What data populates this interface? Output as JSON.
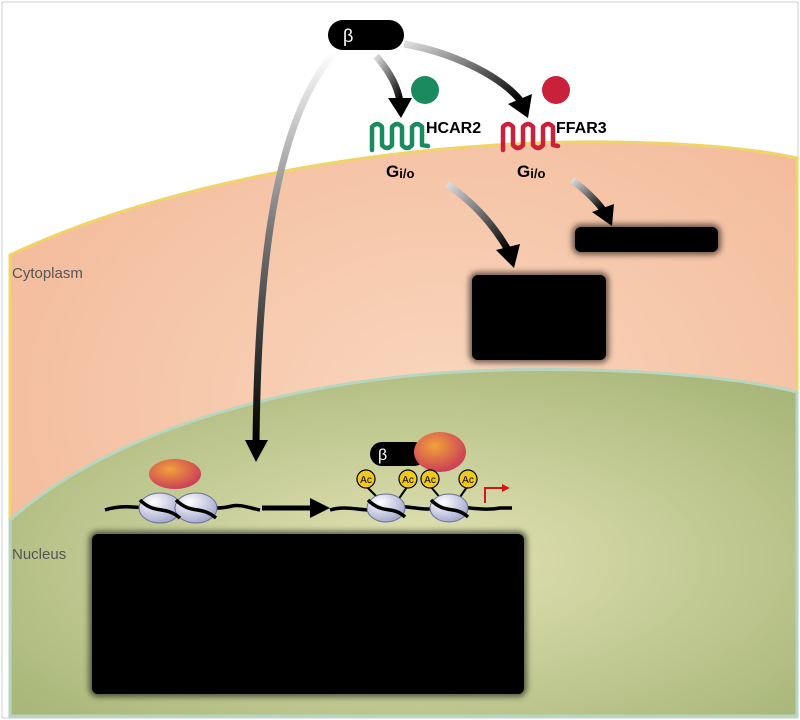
{
  "regions": {
    "cytoplasm": "Cytoplasm",
    "nucleus": "Nucleus"
  },
  "molecules": {
    "beta_label": "β",
    "acetyl_label": "Ac"
  },
  "receptors": [
    {
      "name": "HCAR2",
      "coupling_main": "G",
      "coupling_sub": "i/o",
      "color": "#1a8a5f"
    },
    {
      "name": "FFAR3",
      "coupling_main": "G",
      "coupling_sub": "i/o",
      "color": "#c9213c"
    }
  ],
  "colors": {
    "cytoplasm_fill": "#f5c9a8",
    "nucleus_fill": "#c7cf98",
    "hdac_fill": "#d9503a",
    "acetyl_fill": "#f2c91a",
    "transcription_arrow": "#d01a1a"
  }
}
